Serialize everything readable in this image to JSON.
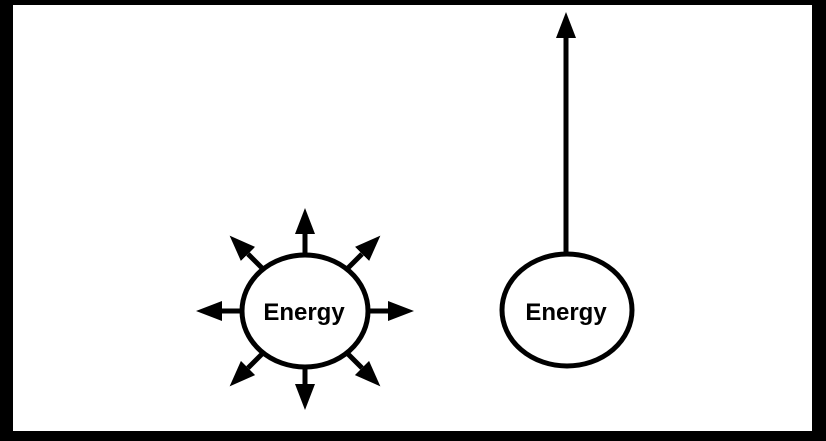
{
  "diagram": {
    "description": "Two energy diagrams: left circle radiating arrows in all directions, right circle emitting a single upward arrow",
    "figures": {
      "radiating": {
        "label": "Energy",
        "arrow_directions": [
          "up",
          "up-right",
          "right",
          "down-right",
          "down",
          "down-left",
          "left",
          "up-left"
        ]
      },
      "directed": {
        "label": "Energy",
        "arrow_directions": [
          "up"
        ]
      }
    },
    "colors": {
      "frame": "#000000",
      "canvas": "#ffffff",
      "stroke": "#000000",
      "text": "#000000"
    }
  }
}
